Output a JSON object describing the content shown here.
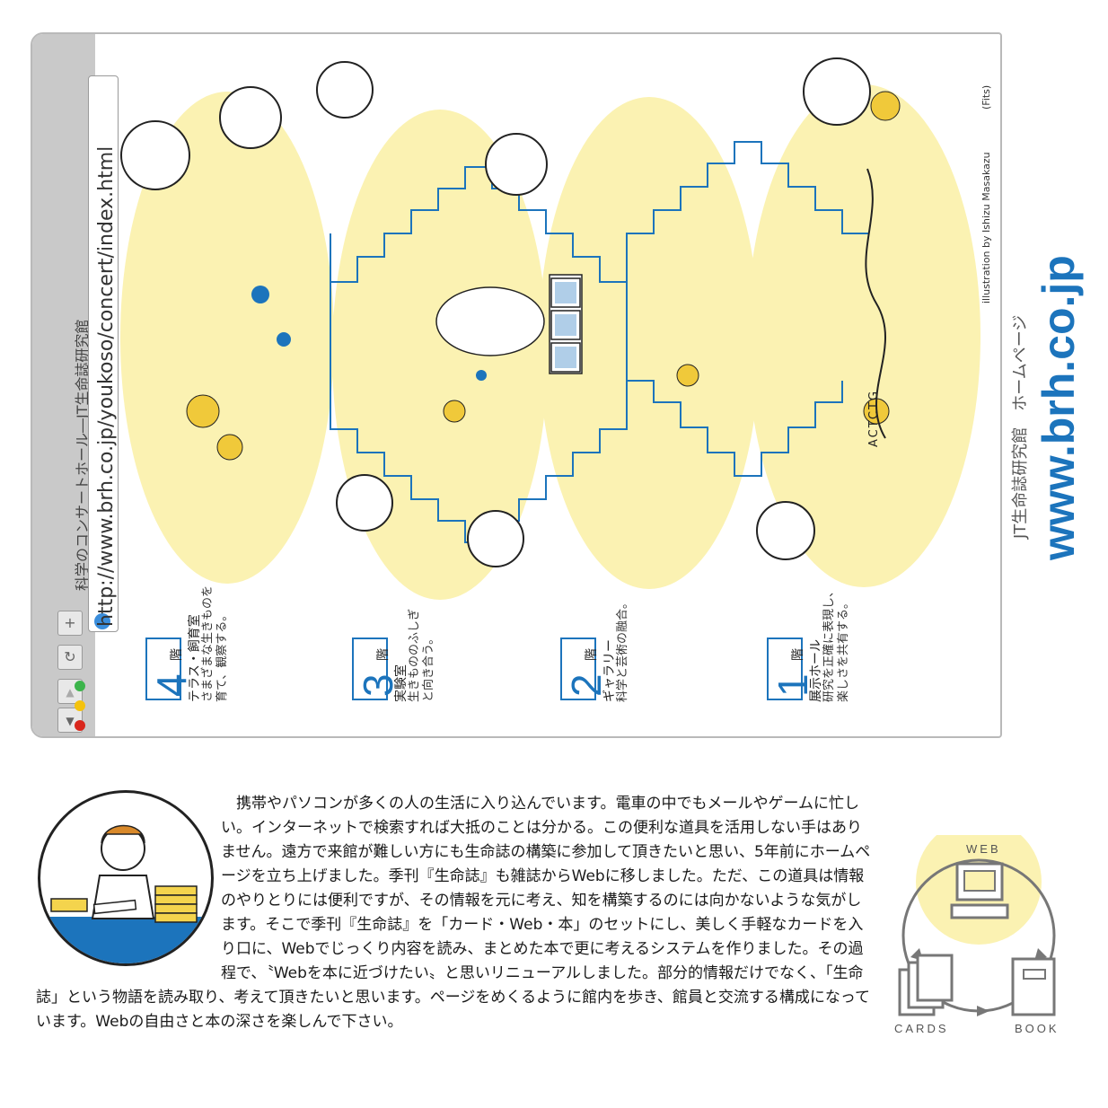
{
  "browser": {
    "tab_title": "科学のコンサートホール―JT生命誌研究館",
    "url": "http://www.brh.co.jp/youkoso/concert/index.html",
    "buttons": {
      "plus": "+",
      "reload": "↻",
      "up": "▲",
      "down": "▼"
    }
  },
  "illustration": {
    "credit_fits": "(Fits)",
    "credit_name": "illustration by Ishizu Masakazu",
    "brand_jp": "JT生命誌研究館　ホームページ",
    "brand_url": "www.brh.co.jp",
    "dna_letters": "ACTCTG",
    "floors": [
      {
        "num": "4",
        "kai": "階",
        "name": "テラス・飼育室",
        "desc": "さまざまな生きものを\n育て、観察する。"
      },
      {
        "num": "3",
        "kai": "階",
        "name": "実験室",
        "desc": "生きもののふしぎ\nと向き合う。"
      },
      {
        "num": "2",
        "kai": "階",
        "name": "ギャラリー",
        "desc": "科学と芸術の融合。"
      },
      {
        "num": "1",
        "kai": "階",
        "name": "展示ホール",
        "desc": "研究を正確に表現し、\n楽しさを共有する。"
      }
    ]
  },
  "article": {
    "paragraph": "　携帯やパソコンが多くの人の生活に入り込んでいます。電車の中でもメールやゲームに忙しい。インターネットで検索すれば大抵のことは分かる。この便利な道具を活用しない手はありません。遠方で来館が難しい方にも生命誌の構築に参加して頂きたいと思い、5年前にホームページを立ち上げました。季刊『生命誌』も雑誌からWebに移しました。ただ、この道具は情報のやりとりには便利ですが、その情報を元に考え、知を構築するのには向かないような気がします。そこで季刊『生命誌』を「カード・Web・本」のセットにし、美しく手軽なカードを入り口に、Webでじっくり内容を読み、まとめた本で更に考えるシステムを作りました。その過程で、〝Webを本に近づけたい〟と思いリニューアルしました。部分的情報だけでなく、「生命誌」という物語を読み取り、考えて頂きたいと思います。ページをめくるように館内を歩き、館員と交流する構成になっています。Webの自由さと本の深さを楽しんで下さい。"
  },
  "diagram": {
    "web": "WEB",
    "cards": "CARDS",
    "book": "BOOK"
  },
  "colors": {
    "accent": "#1c74bc",
    "highlight": "#fbf2b2",
    "frame": "#c9c9c9"
  }
}
